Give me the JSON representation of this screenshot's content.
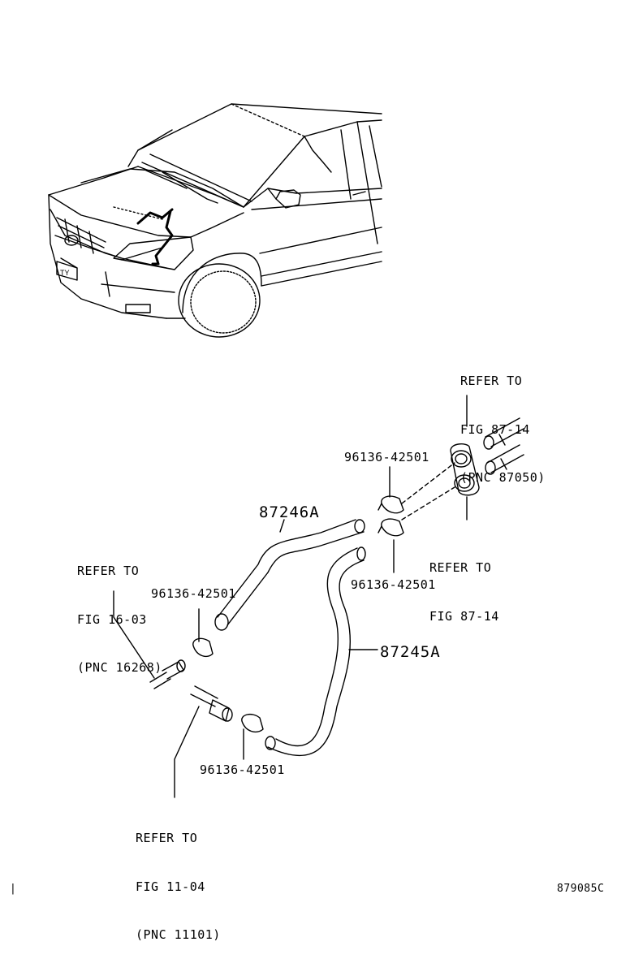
{
  "car_view": {
    "plate_text": "TY"
  },
  "refs": {
    "fig_87_14_upper": [
      "REFER TO",
      "FIG 87-14",
      "(PNC 87050)"
    ],
    "fig_87_14_grommet": [
      "REFER TO",
      "FIG 87-14"
    ],
    "fig_16_03": [
      "REFER TO",
      "FIG 16-03",
      "(PNC 16268)"
    ],
    "fig_11_04": [
      "REFER TO",
      "FIG 11-04",
      "(PNC 11101)"
    ]
  },
  "parts": {
    "hose_inlet": "87246A",
    "hose_outlet": "87245A",
    "clamp_grommet_upper": "96136-42501",
    "clamp_grommet_lower": "96136-42501",
    "clamp_inlet": "96136-42501",
    "clamp_outlet": "96136-42501"
  },
  "footer": {
    "corner_mark": "|",
    "figure_id": "879085C"
  }
}
